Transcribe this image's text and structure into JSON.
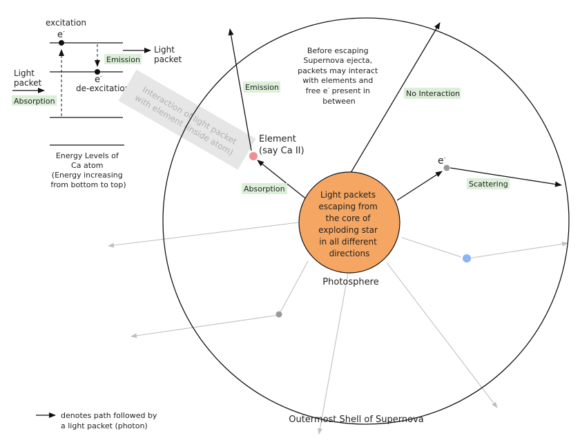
{
  "energy_diagram": {
    "excitation": "excitation",
    "electron_top": "e",
    "electron_sup": "-",
    "electron_low": "e",
    "emission": "Emission",
    "light_packet_out_1": "Light",
    "light_packet_out_2": "packet",
    "light_packet_in_1": "Light",
    "light_packet_in_2": "packet",
    "absorption": "Absorption",
    "deexcitation": "de-excitation",
    "caption": [
      "Energy Levels of",
      "Ca atom",
      "(Energy increasing",
      "from bottom to top)"
    ]
  },
  "interaction_banner": [
    "Interaction of light packet",
    "with element (inside atom)"
  ],
  "shell_note": [
    "Before escaping",
    "Supernova ejecta,",
    "packets may interact",
    "with elements and",
    "free e",
    "present in",
    "between"
  ],
  "labels": {
    "emission": "Emission",
    "no_interaction": "No Interaction",
    "element_1": "Element",
    "element_2": "(say Ca II)",
    "electron": "e",
    "electron_sup": "-",
    "scattering": "Scattering",
    "absorption": "Absorption",
    "photosphere": "Photosphere",
    "outer_shell": "Outermost Shell of Supernova"
  },
  "core_text": [
    "Light packets",
    "escaping from",
    "the core of",
    "exploding star",
    "in all different",
    "directions"
  ],
  "legend": [
    "denotes path followed by",
    "a light packet (photon)"
  ],
  "colors": {
    "core_fill": "#f4a662",
    "label_bg": "#dcefd8",
    "element_dot": "#ef8f8f",
    "electron_dot": "#999999",
    "blue_dot": "#8ab4f8",
    "banner_bg": "#e6e6e6",
    "banner_text": "#b0b0b0",
    "faint_arrow": "#c0c0c0"
  }
}
